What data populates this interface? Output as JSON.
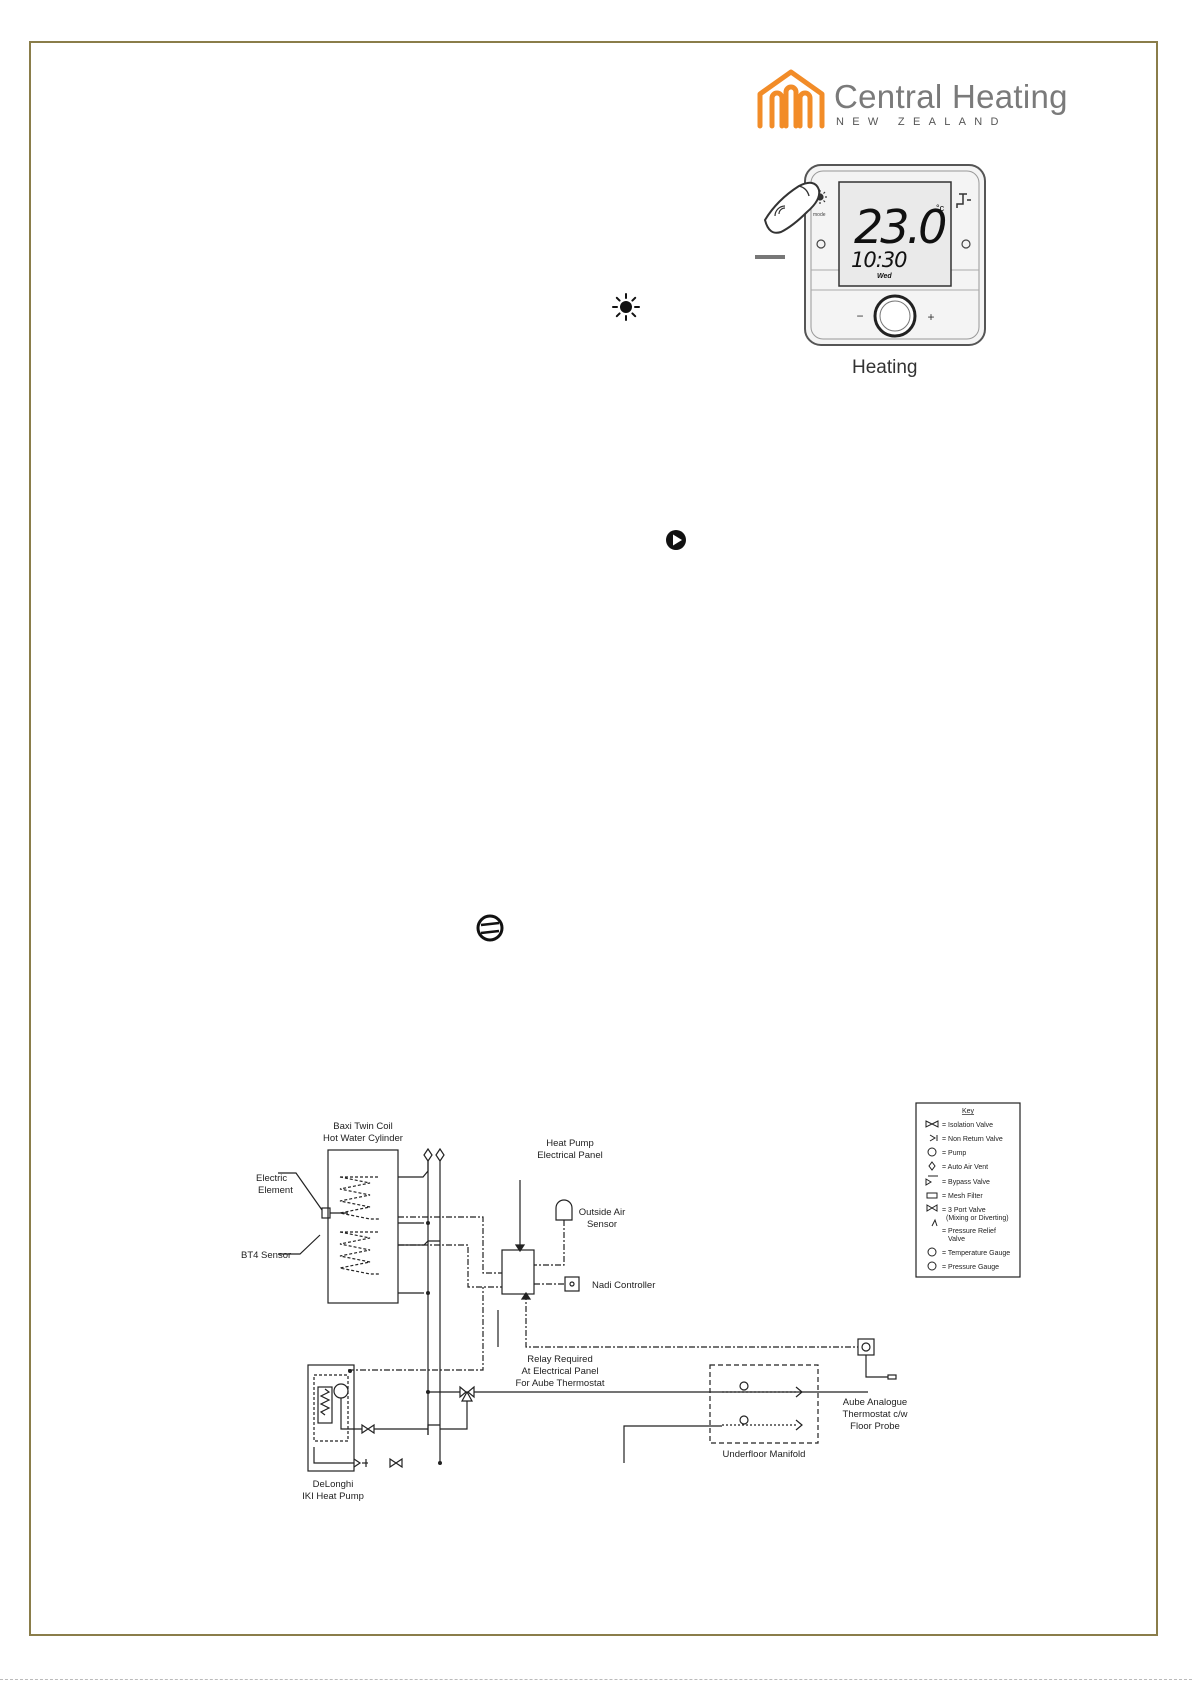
{
  "logo": {
    "title": "Central Heating",
    "subtitle": "NEW ZEALAND",
    "brand_color": "#f28c28"
  },
  "thermostat": {
    "temperature": "23.0",
    "unit": "°c",
    "time": "10:30",
    "day": "Wed",
    "mode_label": "mode",
    "caption": "Heating"
  },
  "inline_icons": [
    "sun-icon",
    "pump-play-icon",
    "compressor-icon"
  ],
  "diagram": {
    "cylinder_label_1": "Baxi Twin Coil",
    "cylinder_label_2": "Hot Water Cylinder",
    "electric_element_1": "Electric",
    "electric_element_2": "Element",
    "bt4_sensor": "BT4 Sensor",
    "panel_label_1": "Heat Pump",
    "panel_label_2": "Electrical Panel",
    "outside_air_1": "Outside Air",
    "outside_air_2": "Sensor",
    "nadi_controller": "Nadi Controller",
    "relay_1": "Relay Required",
    "relay_2": "At Electrical Panel",
    "relay_3": "For Aube Thermostat",
    "heat_pump_1": "DeLonghi",
    "heat_pump_2": "IKI Heat Pump",
    "manifold": "Underfloor Manifold",
    "aube_1": "Aube Analogue",
    "aube_2": "Thermostat c/w",
    "aube_3": "Floor Probe",
    "key_title": "Key",
    "key_items": [
      "= Isolation Valve",
      "= Non Return Valve",
      "= Pump",
      "= Auto Air Vent",
      "= Bypass Valve",
      "= Mesh Filter",
      "= 3 Port Valve",
      "(Mixing or Diverting)",
      "= Pressure Relief",
      "Valve",
      "= Temperature Gauge",
      "= Pressure Gauge"
    ]
  }
}
